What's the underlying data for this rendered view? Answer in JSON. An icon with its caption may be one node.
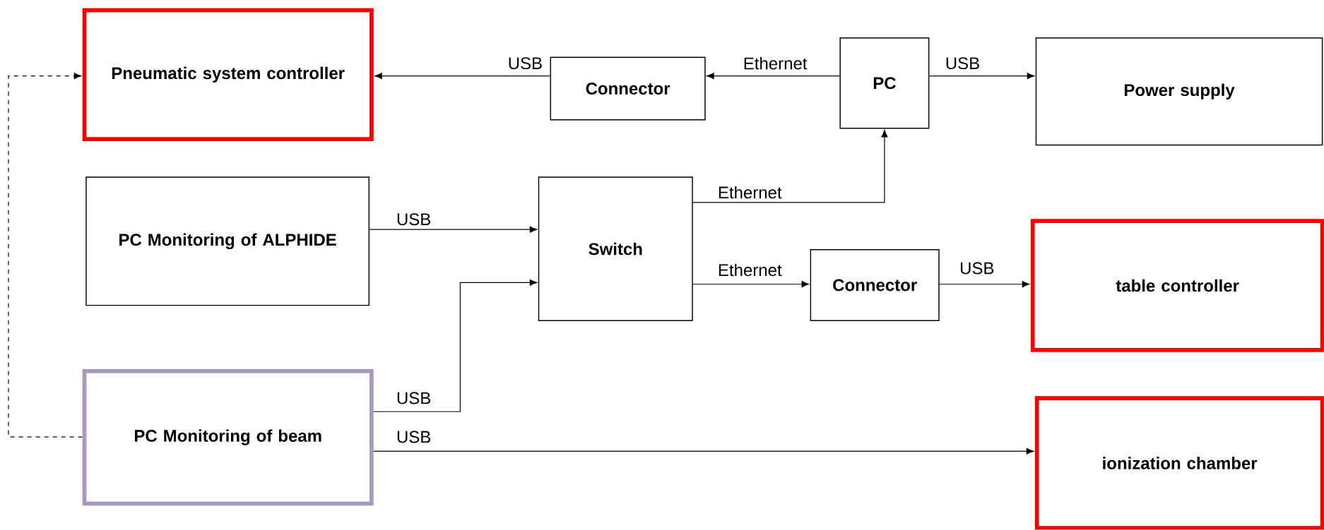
{
  "diagram": {
    "nodes": [
      {
        "text": [
          "Pneumatic system controller"
        ]
      },
      {
        "text": [
          "Connector"
        ]
      },
      {
        "text": [
          "PC"
        ]
      },
      {
        "text": [
          "Power supply"
        ]
      },
      {
        "text": [
          "PC Monitoring of ALPHIDE"
        ]
      },
      {
        "text": [
          "Switch"
        ]
      },
      {
        "text": [
          "Connector"
        ]
      },
      {
        "text": [
          "table controller"
        ]
      },
      {
        "text": [
          "PC Monitoring of beam"
        ]
      },
      {
        "text": [
          "ionization chamber"
        ]
      }
    ],
    "edges": [
      {
        "from": 1,
        "to": 0,
        "arrow": "to",
        "label": "USB"
      },
      {
        "from": 2,
        "to": 1,
        "arrow": "to",
        "label": "Ethernet"
      },
      {
        "from": 2,
        "to": 3,
        "arrow": "to",
        "label": "USB"
      },
      {
        "from": 5,
        "to": 2,
        "arrow": "to",
        "label": "Ethernet"
      },
      {
        "from": 4,
        "to": 5,
        "arrow": "to",
        "label": "USB"
      },
      {
        "from": 8,
        "to": 5,
        "arrow": "to",
        "label": "USB"
      },
      {
        "from": 5,
        "to": 6,
        "arrow": "to",
        "label": "Ethernet"
      },
      {
        "from": 6,
        "to": 7,
        "arrow": "to",
        "label": "USB"
      },
      {
        "from": 8,
        "to": 9,
        "arrow": "to",
        "label": "USB"
      },
      {
        "from": 8,
        "to": 0,
        "arrow": "to",
        "style": "dashed"
      }
    ]
  }
}
